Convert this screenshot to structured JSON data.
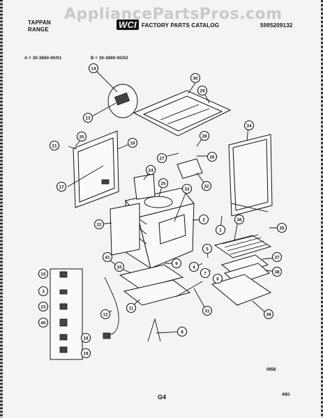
{
  "watermark": "AppliancePartsPros.com",
  "header": {
    "brand_line1": "TAPPAN",
    "brand_line2": "RANGE",
    "logo": "WCI",
    "catalog_title": "FACTORY PARTS CATALOG",
    "catalog_number": "5995209132"
  },
  "models": {
    "a": "A = 30-3860-00/01",
    "b": "B = 30-3860-00/02"
  },
  "callouts": [
    "14",
    "30",
    "29",
    "13",
    "20",
    "16",
    "21",
    "17",
    "28",
    "27",
    "26",
    "34",
    "24",
    "25",
    "33",
    "22",
    "32",
    "2",
    "1",
    "36",
    "35",
    "41",
    "10",
    "9",
    "5",
    "4",
    "37",
    "38",
    "7",
    "6",
    "15",
    "3",
    "23",
    "40",
    "11",
    "31",
    "39",
    "12",
    "8",
    "18",
    "19"
  ],
  "footer": {
    "code": "0858",
    "page": "G4",
    "date": "4/81"
  }
}
